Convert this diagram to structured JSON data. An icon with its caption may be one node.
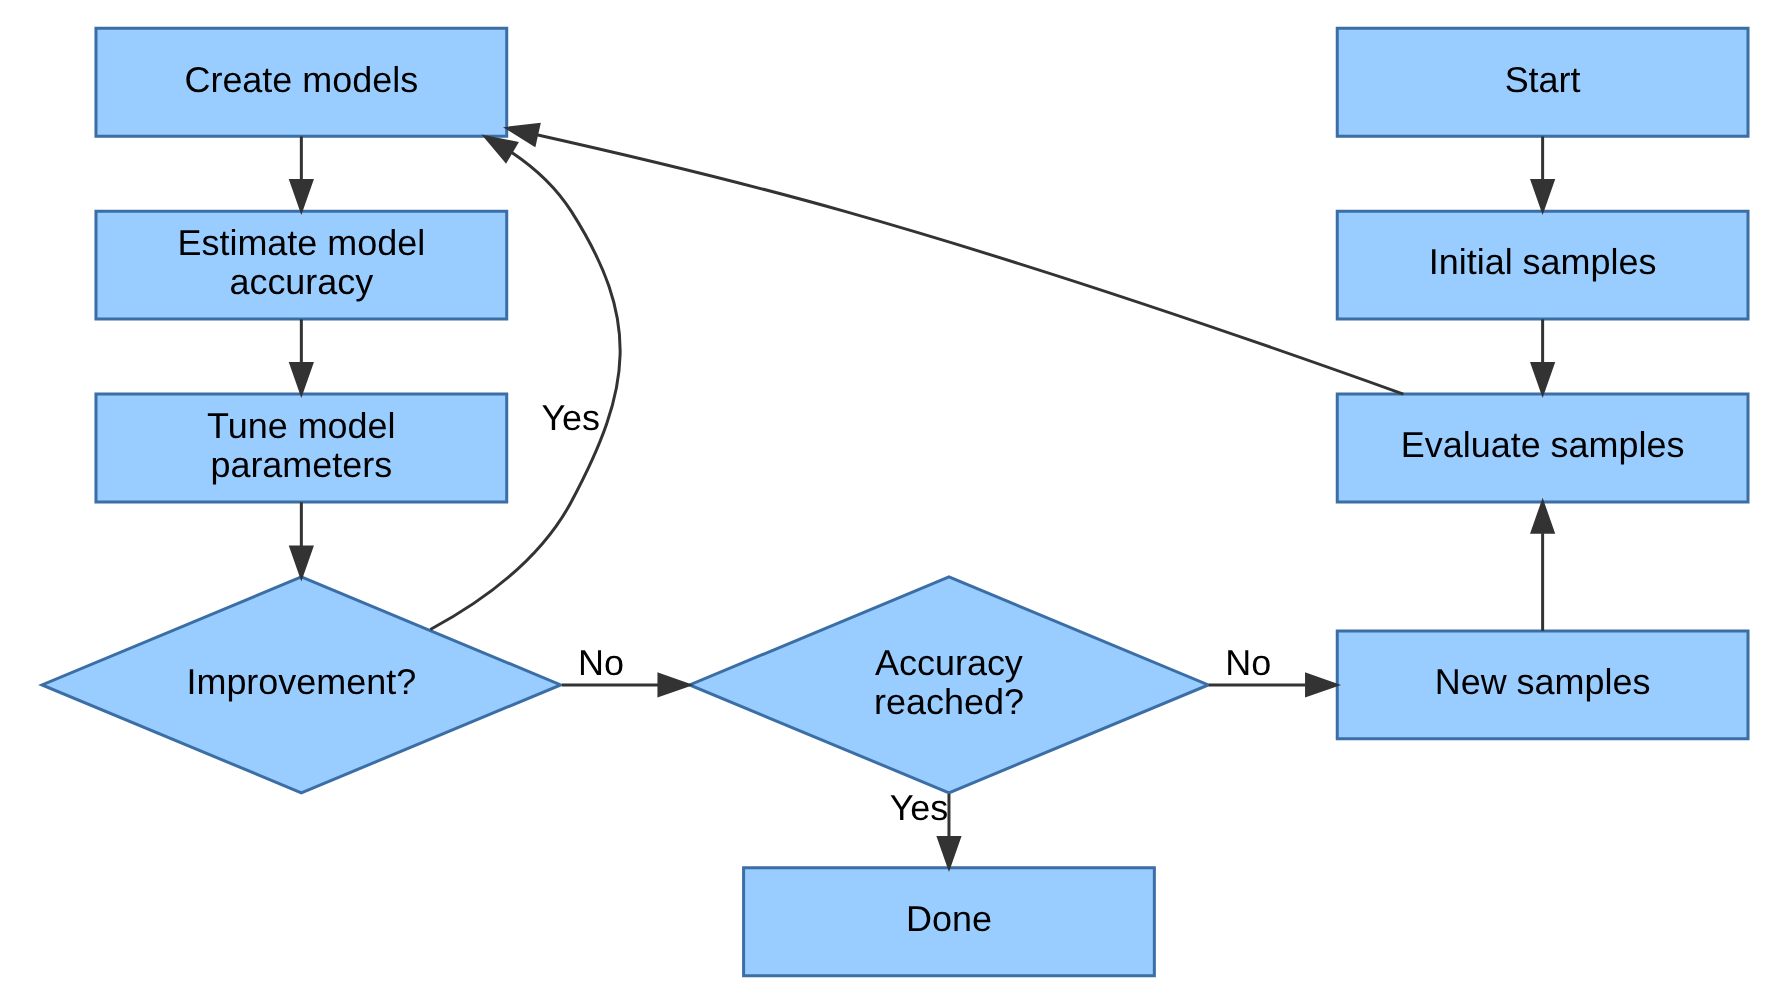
{
  "diagram": {
    "nodes": [
      {
        "text": [
          "Create models"
        ]
      },
      {
        "text": [
          "Estimate model accuracy"
        ]
      },
      {
        "text": [
          "Tune model parameters"
        ]
      },
      {
        "text": [
          "Improvement?"
        ]
      },
      {
        "text": [
          "Start"
        ]
      },
      {
        "text": [
          "Initial samples"
        ]
      },
      {
        "text": [
          "Evaluate samples"
        ]
      },
      {
        "text": [
          "Accuracy reached?"
        ]
      },
      {
        "text": [
          "New samples"
        ]
      },
      {
        "text": [
          "Done"
        ]
      }
    ],
    "edges": [
      {
        "from": 0,
        "to": 1,
        "arrow": "to"
      },
      {
        "from": 1,
        "to": 2,
        "arrow": "to"
      },
      {
        "from": 2,
        "to": 3,
        "arrow": "to"
      },
      {
        "from": 3,
        "to": 0,
        "arrow": "to",
        "label": "Yes"
      },
      {
        "from": 3,
        "to": 7,
        "arrow": "to",
        "label": "No"
      },
      {
        "from": 4,
        "to": 5,
        "arrow": "to"
      },
      {
        "from": 5,
        "to": 6,
        "arrow": "to"
      },
      {
        "from": 6,
        "to": 0,
        "arrow": "to"
      },
      {
        "from": 7,
        "to": 8,
        "arrow": "to",
        "label": "No"
      },
      {
        "from": 8,
        "to": 6,
        "arrow": "to"
      },
      {
        "from": 7,
        "to": 9,
        "arrow": "to",
        "label": "Yes"
      }
    ]
  }
}
